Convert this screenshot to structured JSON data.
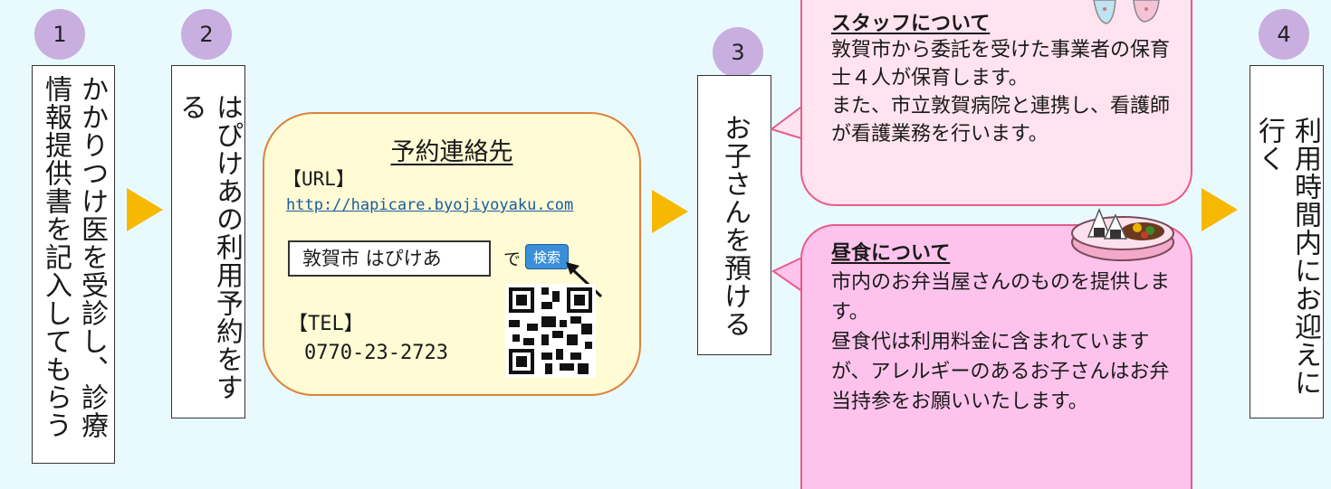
{
  "steps": [
    {
      "number": "1",
      "text": "かかりつけ医を受診し、診療情報提供書を記入してもらう"
    },
    {
      "number": "2",
      "text": "はぴけあの利用予約をする"
    },
    {
      "number": "3",
      "text": "お子さんを預ける"
    },
    {
      "number": "4",
      "text": "利用時間内にお迎えに行く"
    }
  ],
  "contact": {
    "title": "予約連絡先",
    "url_label": "【URL】",
    "url": "http://hapicare.byojiyoyaku.com",
    "search_text": "敦賀市 はぴけあ",
    "search_suffix": "で",
    "search_button": "検索",
    "tel_label": "【TEL】",
    "tel": "0770-23-2723"
  },
  "staff": {
    "title": "スタッフについて",
    "body": "敦賀市から委託を受けた事業者の保育士４人が保育します。\nまた、市立敦賀病院と連携し、看護師が看護業務を行います。"
  },
  "lunch": {
    "title": "昼食について",
    "body": "市内のお弁当屋さんのものを提供します。\n昼食代は利用料金に含まれていますが、アレルギーのあるお子さんはお弁当持参をお願いいたします。"
  },
  "colors": {
    "arrow": "#f6b800",
    "circle": "#c9aee0",
    "contact_border": "#e0813a",
    "bubble_border": "#e85c8a"
  }
}
